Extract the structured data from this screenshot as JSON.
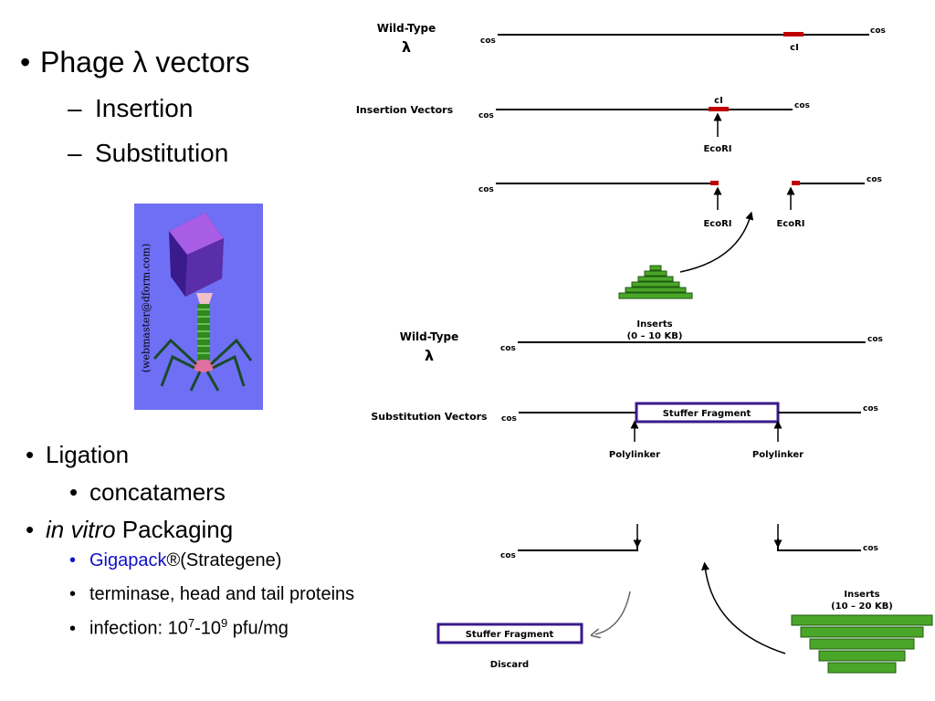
{
  "slide": {
    "bullets_top": {
      "main_prefix": "Phage ",
      "lambda": "λ",
      "main_suffix": " vectors",
      "sub1": "Insertion",
      "sub2": "Substitution"
    },
    "bullets_bottom": {
      "ligation": "Ligation",
      "concatamers": "concatamers",
      "in_vitro": "in vitro",
      "packaging": " Packaging",
      "gigapack": "Gigapack",
      "registered": "®",
      "strategene": "(Strategene)",
      "terminase": "terminase, head and tail proteins",
      "infection_prefix": "infection:  10",
      "exp1": "7",
      "dash": "-10",
      "exp2": "9",
      "infection_suffix": " pfu/mg"
    },
    "bullet_glyph": "•",
    "dash_glyph": "–",
    "phage_image": {
      "credit": "(webmaster@dform.com)"
    },
    "diagram": {
      "wild_type": "Wild-Type",
      "lambda": "λ",
      "cos": "cos",
      "ci": "cI",
      "insertion_vectors": "Insertion Vectors",
      "ecori": "EcoRI",
      "inserts_small": "Inserts",
      "inserts_small_range": "(0 – 10 KB)",
      "substitution_vectors": "Substitution Vectors",
      "stuffer_fragment": "Stuffer Fragment",
      "polylinker": "Polylinker",
      "inserts_large": "Inserts",
      "inserts_large_range": "(10 – 20 KB)",
      "discard": "Discard"
    },
    "colors": {
      "gigapack": "#1010c8",
      "red_marker": "#c00000",
      "green": "#4aa628",
      "purple_box": "#3a1a8a",
      "phage_bg": "#6f6ff5"
    }
  }
}
